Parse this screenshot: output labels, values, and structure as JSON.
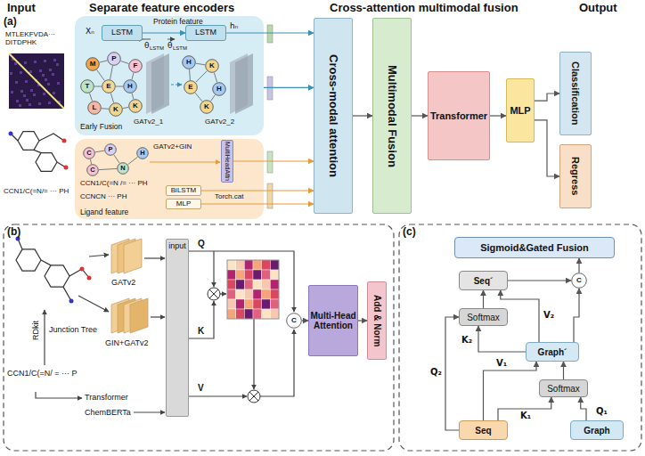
{
  "diagram": {
    "nodes": [
      {
        "text": [
          "Protein feature",
          "Early Fusion"
        ]
      },
      {
        "text": [
          "LSTM"
        ],
        "in": 0
      },
      {
        "text": [
          "LSTM"
        ],
        "in": 0
      },
      {
        "text": [
          "M"
        ],
        "in": 0
      },
      {
        "text": [
          "P"
        ],
        "in": 0
      },
      {
        "text": [
          "F"
        ],
        "in": 0
      },
      {
        "text": [
          "T"
        ],
        "in": 0
      },
      {
        "text": [
          "E"
        ],
        "in": 0
      },
      {
        "text": [
          "H"
        ],
        "in": 0
      },
      {
        "text": [
          "L"
        ],
        "in": 0
      },
      {
        "text": [
          "K"
        ],
        "in": 0
      },
      {
        "text": [
          "K"
        ],
        "in": 0
      },
      {
        "text": [
          "H"
        ],
        "in": 0
      },
      {
        "text": [
          "K"
        ],
        "in": 0
      },
      {
        "text": [
          "H"
        ],
        "in": 0
      },
      {
        "text": [
          "E"
        ],
        "in": 0
      },
      {
        "text": [
          "K"
        ],
        "in": 0
      },
      {
        "text": [
          "Ligand feature"
        ]
      },
      {
        "text": [
          "C"
        ],
        "in": 17
      },
      {
        "text": [
          "P"
        ],
        "in": 17
      },
      {
        "text": [
          "H"
        ],
        "in": 17
      },
      {
        "text": [
          "C"
        ],
        "in": 17
      },
      {
        "text": [
          "N"
        ],
        "in": 17
      },
      {
        "text": [
          "MultiHeadAttn"
        ],
        "in": 17
      },
      {
        "text": [
          "BiLSTM"
        ],
        "in": 17
      },
      {
        "text": [
          "MLP"
        ],
        "in": 17
      },
      {
        "text": [
          "Cross-modal attention"
        ]
      },
      {
        "text": [
          "Multimodal Fusion"
        ]
      },
      {
        "text": [
          "Transformer"
        ]
      },
      {
        "text": [
          "MLP"
        ]
      },
      {
        "text": [
          "Classification"
        ]
      },
      {
        "text": [
          "Regress"
        ]
      },
      {
        "text": [
          "(b)"
        ]
      },
      {
        "text": [
          "input"
        ],
        "in": 32
      },
      {
        "text": [
          "C"
        ],
        "in": 32
      },
      {
        "text": [
          "Multi-Head Attention"
        ],
        "in": 32
      },
      {
        "text": [
          "Add & Norm"
        ],
        "in": 32
      },
      {
        "text": [
          "(c)"
        ]
      },
      {
        "text": [
          "Sigmoid&Gated Fusion"
        ],
        "in": 37
      },
      {
        "text": [
          "Seq´"
        ],
        "in": 37
      },
      {
        "text": [
          "C"
        ],
        "in": 37
      },
      {
        "text": [
          "Softmax"
        ],
        "in": 37
      },
      {
        "text": [
          "Graph´"
        ],
        "in": 37
      },
      {
        "text": [
          "Softmax"
        ],
        "in": 37
      },
      {
        "text": [
          "Seq"
        ],
        "in": 37
      },
      {
        "text": [
          "Graph"
        ],
        "in": 37
      }
    ],
    "edges": [
      {
        "from": 3,
        "to": 4,
        "arrow": "none"
      },
      {
        "from": 4,
        "to": 5,
        "arrow": "none"
      },
      {
        "from": 3,
        "to": 7,
        "arrow": "none"
      },
      {
        "from": 4,
        "to": 7,
        "arrow": "none"
      },
      {
        "from": 5,
        "to": 8,
        "arrow": "none"
      },
      {
        "from": 6,
        "to": 7,
        "arrow": "none"
      },
      {
        "from": 7,
        "to": 8,
        "arrow": "none"
      },
      {
        "from": 6,
        "to": 9,
        "arrow": "none"
      },
      {
        "from": 9,
        "to": 10,
        "arrow": "none"
      },
      {
        "from": 7,
        "to": 10,
        "arrow": "none"
      },
      {
        "from": 10,
        "to": 11,
        "arrow": "none"
      },
      {
        "from": 8,
        "to": 11,
        "arrow": "none"
      },
      {
        "from": 12,
        "to": 13,
        "arrow": "none"
      },
      {
        "from": 13,
        "to": 14,
        "arrow": "none"
      },
      {
        "from": 12,
        "to": 15,
        "arrow": "none"
      },
      {
        "from": 15,
        "to": 16,
        "arrow": "none"
      },
      {
        "from": 16,
        "to": 14,
        "arrow": "none"
      },
      {
        "from": 13,
        "to": 15,
        "arrow": "none"
      },
      {
        "from": 18,
        "to": 19,
        "arrow": "none"
      },
      {
        "from": 18,
        "to": 21,
        "arrow": "none"
      },
      {
        "from": 21,
        "to": 22,
        "arrow": "none"
      },
      {
        "from": 19,
        "to": 22,
        "arrow": "none"
      },
      {
        "from": 22,
        "to": 20,
        "arrow": "none"
      },
      {
        "from": 1,
        "to": 2,
        "arrow": "to"
      },
      {
        "from": 2,
        "to": 26,
        "arrow": "to"
      },
      {
        "from": 0,
        "to": 26,
        "arrow": "to"
      },
      {
        "from": 23,
        "to": 26,
        "arrow": "to"
      },
      {
        "from": 24,
        "to": 26,
        "arrow": "to",
        "label": "Torch.cat"
      },
      {
        "from": 25,
        "to": 26,
        "arrow": "to"
      },
      {
        "from": 26,
        "to": 27,
        "arrow": "to"
      },
      {
        "from": 27,
        "to": 28,
        "arrow": "to"
      },
      {
        "from": 28,
        "to": 29,
        "arrow": "to"
      },
      {
        "from": 29,
        "to": 30,
        "arrow": "to"
      },
      {
        "from": 29,
        "to": 31,
        "arrow": "to"
      },
      {
        "from": 34,
        "to": 35,
        "arrow": "to"
      },
      {
        "from": 35,
        "to": 36,
        "arrow": "to"
      },
      {
        "from": 44,
        "to": 43,
        "arrow": "to",
        "label": "K₁"
      },
      {
        "from": 45,
        "to": 43,
        "arrow": "to",
        "label": "Q₁"
      },
      {
        "from": 43,
        "to": 42,
        "arrow": "to"
      },
      {
        "from": 44,
        "to": 42,
        "arrow": "to",
        "label": "V₁"
      },
      {
        "from": 44,
        "to": 41,
        "arrow": "to",
        "label": "Q₂"
      },
      {
        "from": 42,
        "to": 41,
        "arrow": "to",
        "label": "K₂"
      },
      {
        "from": 41,
        "to": 39,
        "arrow": "to"
      },
      {
        "from": 42,
        "to": 39,
        "arrow": "to",
        "label": "V₂"
      },
      {
        "from": 39,
        "to": 40,
        "arrow": "to"
      },
      {
        "from": 42,
        "to": 40,
        "arrow": "to"
      },
      {
        "from": 40,
        "to": 38,
        "arrow": "to"
      }
    ],
    "labels": [
      "Input",
      "Separate feature encoders",
      "Cross-attention multimodal fusion",
      "Output",
      "(a)",
      "MTLEKFVDA··· DITDPHK",
      "CCN1/C(=N/= ··· PH",
      "Xₙ",
      "hₙ",
      "θ",
      "LSTM",
      "θ",
      "LSTM",
      "GATv2_1",
      "GATv2_2",
      "GATv2+GIN",
      "CCN1/C(=N /= ··· PH",
      "CCNCN ··· PH",
      "RDkit",
      "Junction Tree",
      "CCN1/C(=N/ = ··· P",
      "Transformer",
      "ChemBERTa",
      "GATv2",
      "GIN+GATv2",
      "Q",
      "K",
      "V"
    ]
  }
}
